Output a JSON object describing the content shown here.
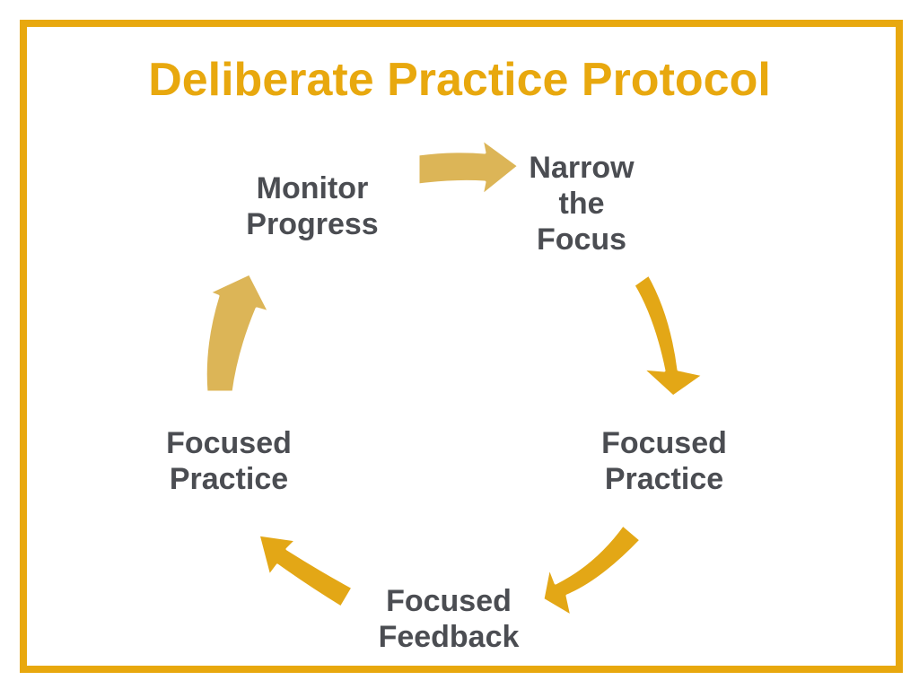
{
  "slide": {
    "title": "Deliberate Practice Protocol"
  },
  "colors": {
    "frame": "#e8a80e",
    "title": "#e8a80e",
    "node_text": "#4b4d52",
    "arrow_dark": "#e3a716",
    "arrow_light": "#dcb557"
  },
  "cycle": {
    "nodes": [
      {
        "id": "monitor",
        "lines": [
          "Monitor",
          "Progress"
        ]
      },
      {
        "id": "narrow",
        "lines": [
          "Narrow",
          "the",
          "Focus"
        ]
      },
      {
        "id": "practice_right",
        "lines": [
          "Focused",
          "Practice"
        ]
      },
      {
        "id": "feedback",
        "lines": [
          "Focused",
          "Feedback"
        ]
      },
      {
        "id": "practice_left",
        "lines": [
          "Focused",
          "Practice"
        ]
      }
    ]
  }
}
